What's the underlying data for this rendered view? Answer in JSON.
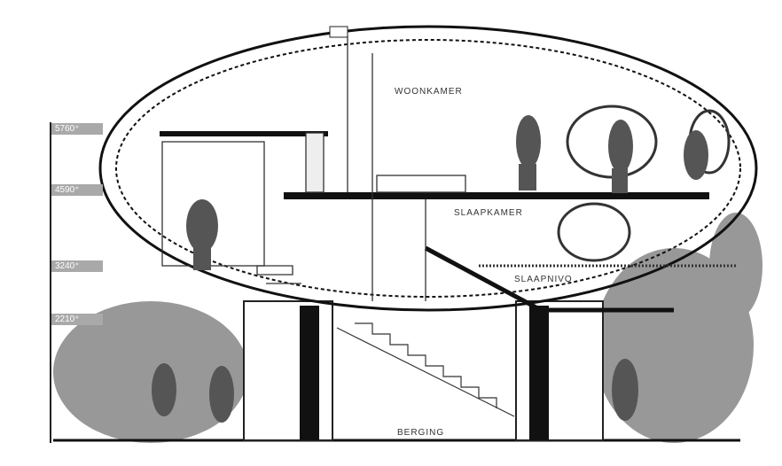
{
  "levels": [
    "5760⁺",
    "4590⁺",
    "3240⁺",
    "2210⁺"
  ],
  "rooms": {
    "living": "WOONKAMER",
    "bedroom": "SLAAPKAMER",
    "sleep_level": "SLAAPNIVO",
    "storage": "BERGING"
  }
}
